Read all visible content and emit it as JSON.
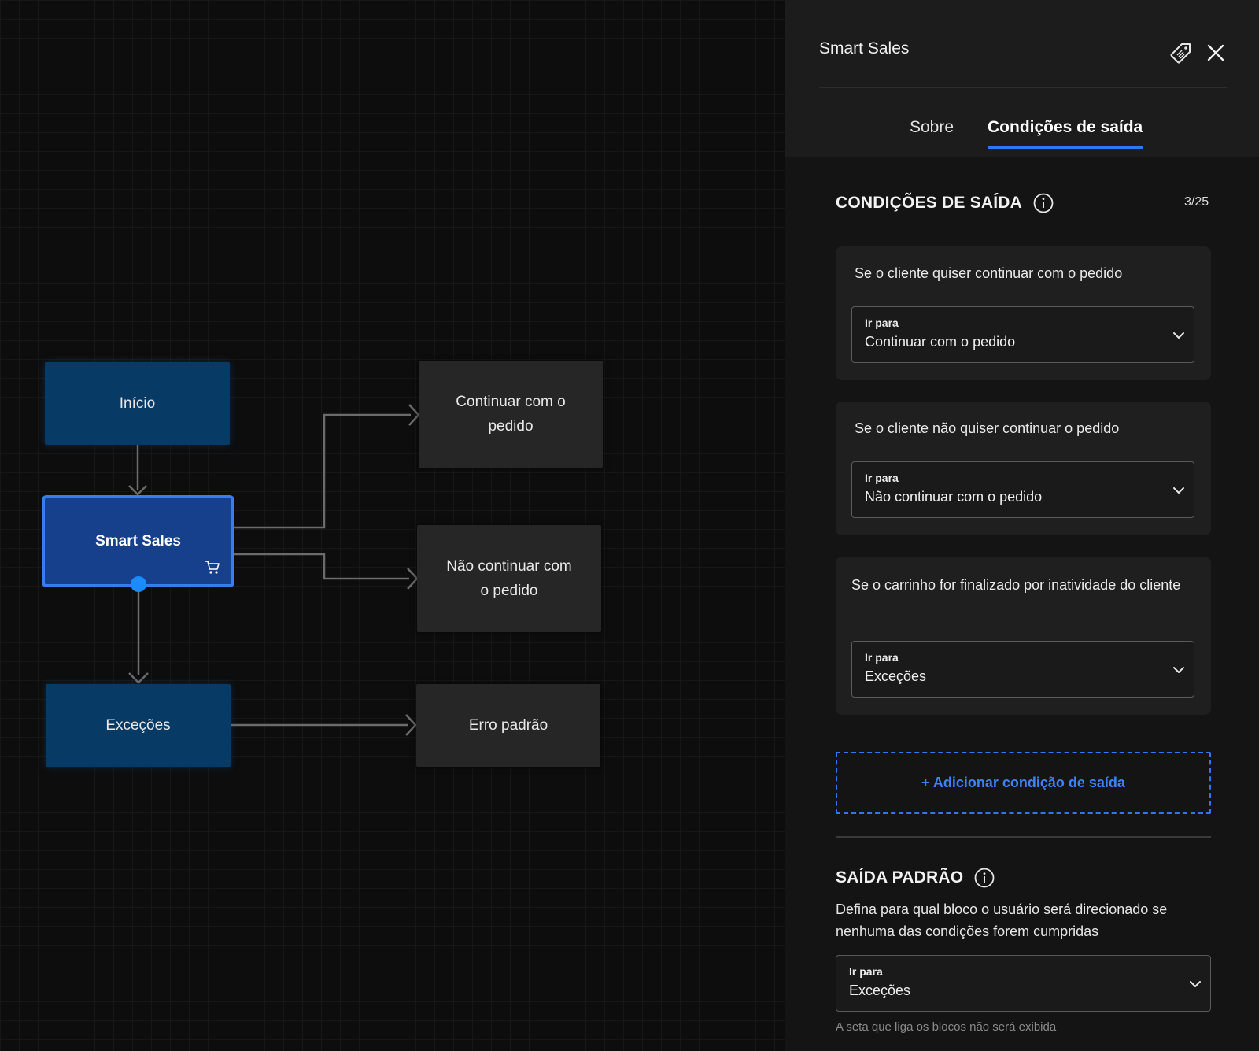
{
  "canvas": {
    "nodes": {
      "inicio": "Início",
      "smart_sales": "Smart Sales",
      "excecoes": "Exceções",
      "continuar": "Continuar com o pedido",
      "nao_continuar": "Não continuar com o pedido",
      "erro_padrao": "Erro padrão"
    },
    "icons": {
      "node_icon": "shopping-cart-icon"
    }
  },
  "panel": {
    "title": "Smart Sales",
    "icons": {
      "tag": "tag-icon",
      "close": "close-icon"
    },
    "tabs": [
      {
        "label": "Sobre",
        "active": false
      },
      {
        "label": "Condições de saída",
        "active": true
      }
    ],
    "conditions_section": {
      "title": "CONDIÇÕES DE SAÍDA",
      "count": "3/25",
      "items": [
        {
          "label": "Se o cliente quiser continuar com o pedido",
          "select_label": "Ir para",
          "select_value": "Continuar com o pedido"
        },
        {
          "label": "Se o cliente não quiser continuar o pedido",
          "select_label": "Ir para",
          "select_value": "Não continuar com o pedido"
        },
        {
          "label": "Se o carrinho for finalizado por inatividade do cliente",
          "select_label": "Ir para",
          "select_value": "Exceções"
        }
      ],
      "add_button": "+ Adicionar condição de saída"
    },
    "default_section": {
      "title": "SAÍDA PADRÃO",
      "description": "Defina para qual bloco o usuário será direcionado se nenhuma das condições forem cumpridas",
      "select_label": "Ir para",
      "select_value": "Exceções",
      "hint": "A seta que liga os blocos não será exibida"
    }
  },
  "colors": {
    "accent": "#2f78f5",
    "node_blue": "#083a66",
    "node_selected": "#163f8c",
    "node_dark": "#262626",
    "panel_bg": "#141414"
  }
}
